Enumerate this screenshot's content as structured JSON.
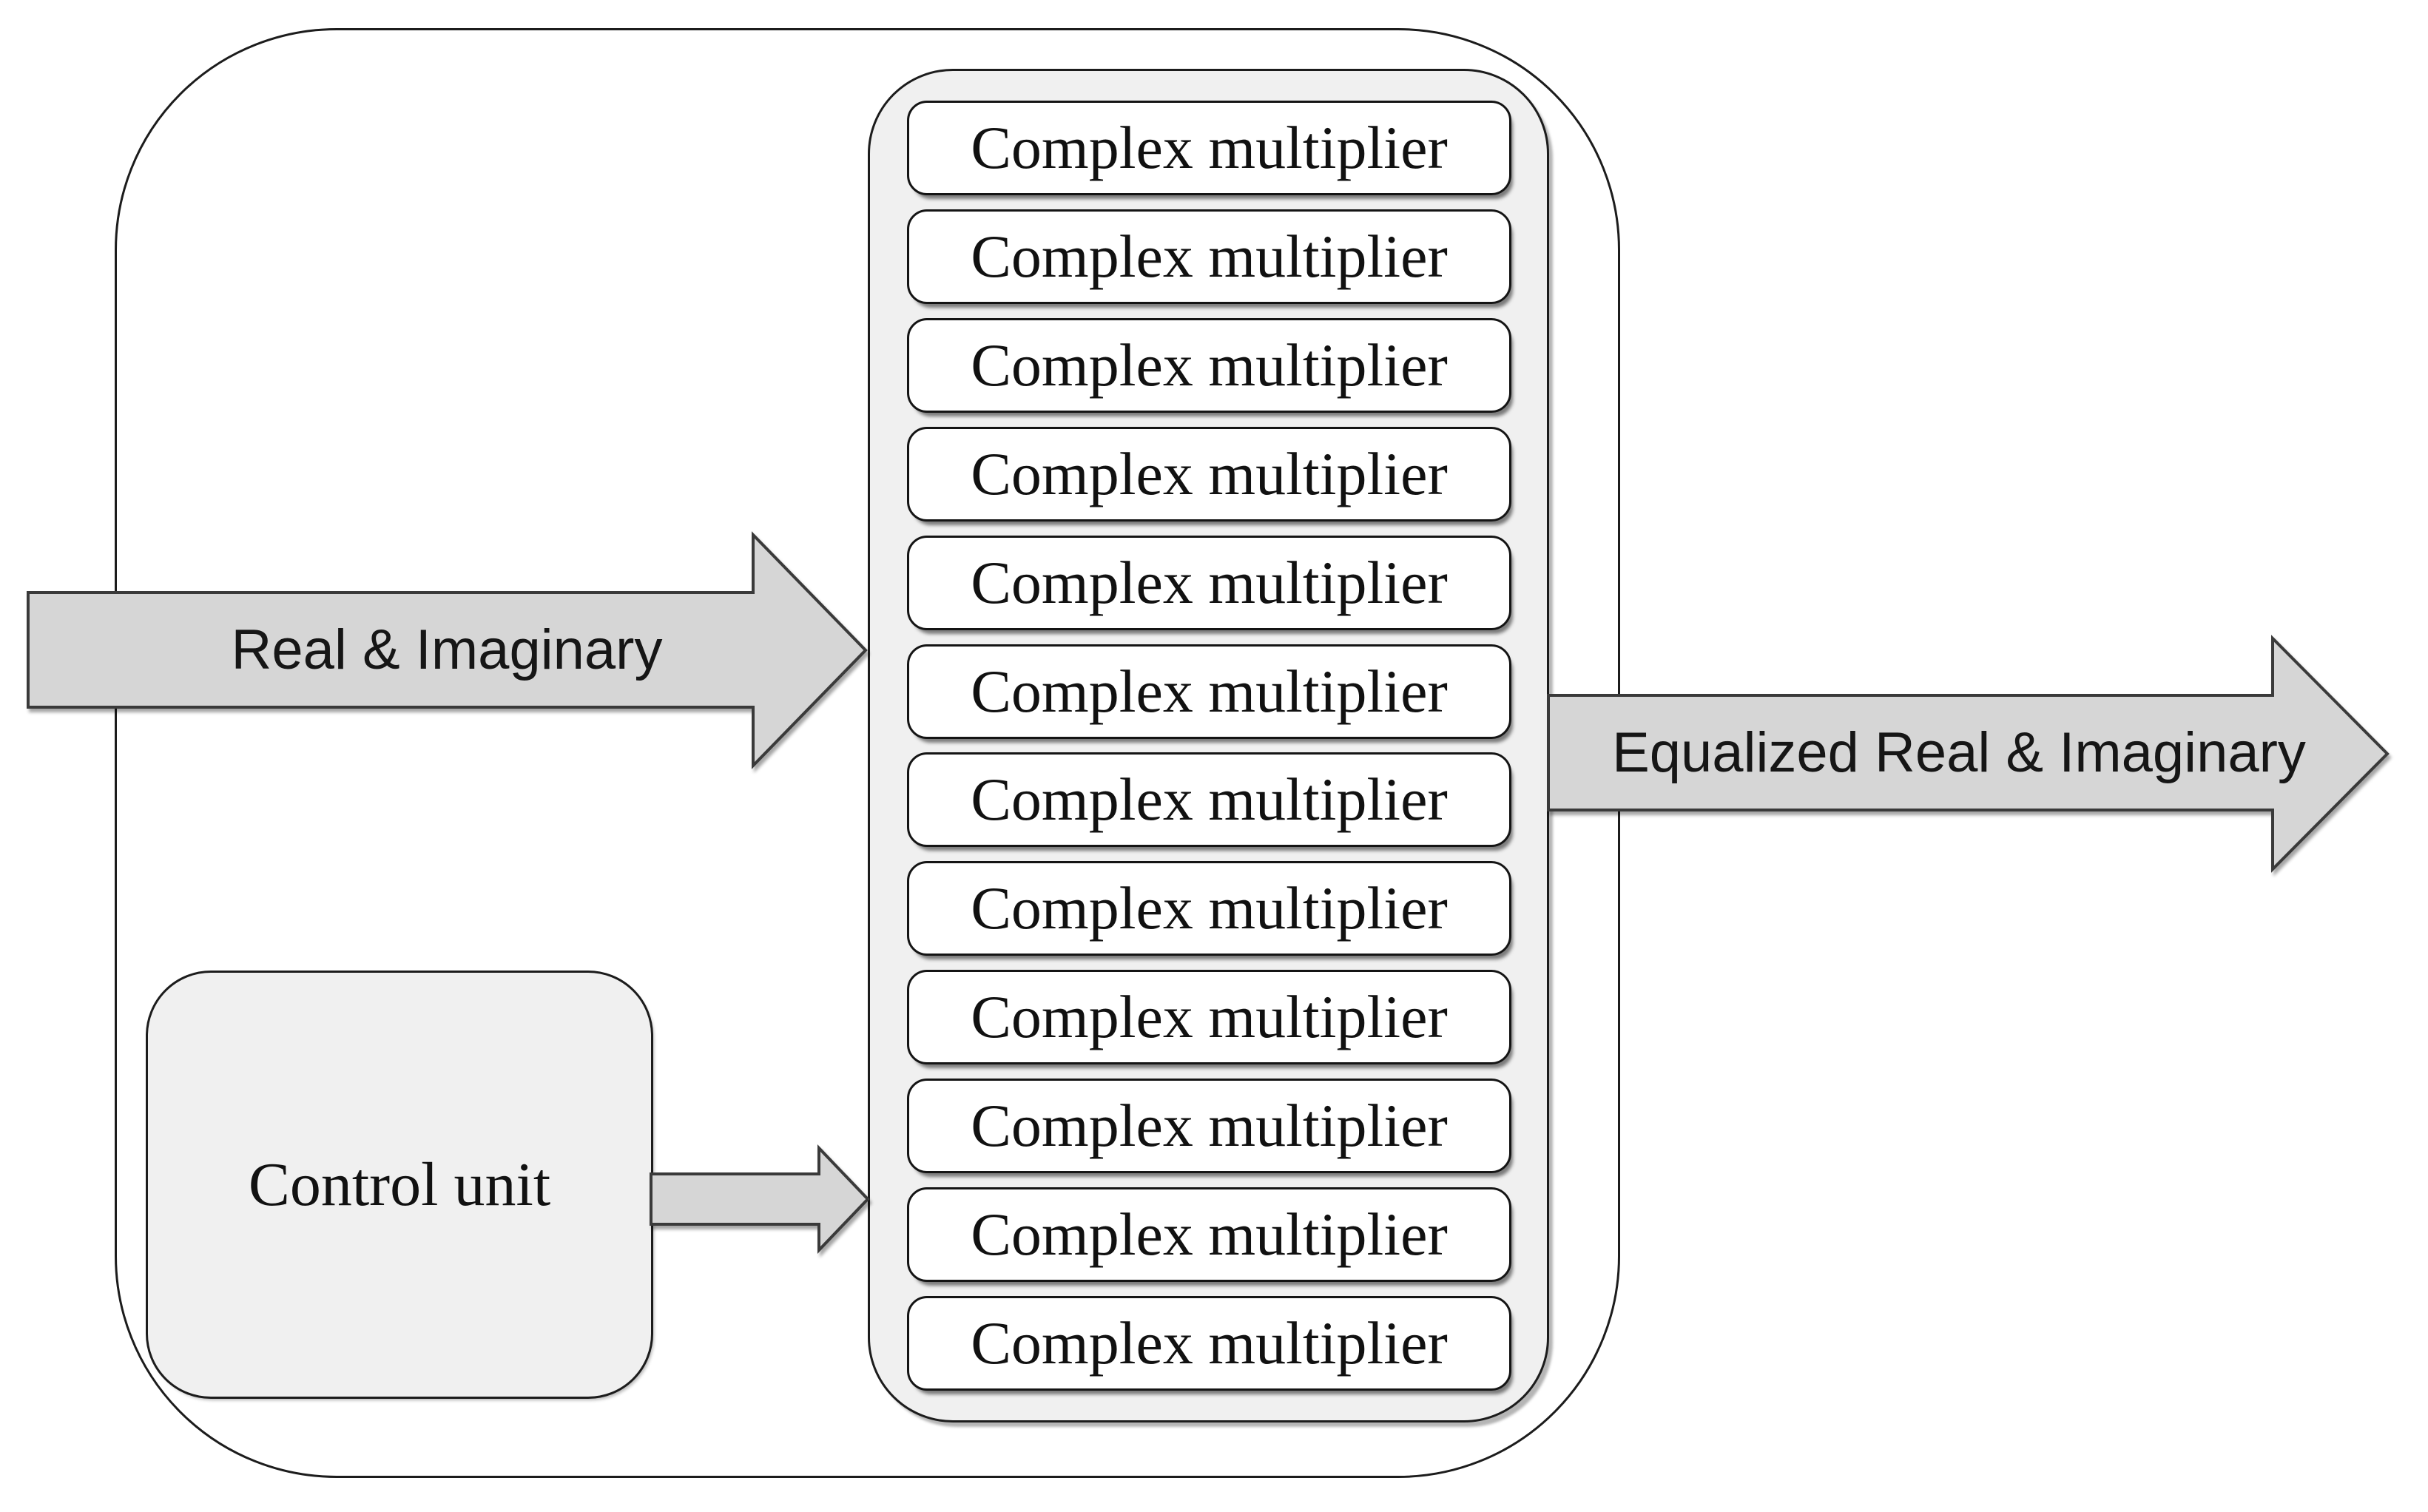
{
  "diagram": {
    "kind": "block-diagram",
    "description_visible_text_only": true
  },
  "arrows": {
    "input": {
      "label": "Real & Imaginary"
    },
    "output": {
      "label": "Equalized Real & Imaginary"
    },
    "control": {
      "label": ""
    }
  },
  "control_unit": {
    "label": "Control unit"
  },
  "stack": {
    "count": 12,
    "items": [
      "Complex multiplier",
      "Complex multiplier",
      "Complex multiplier",
      "Complex multiplier",
      "Complex multiplier",
      "Complex multiplier",
      "Complex multiplier",
      "Complex multiplier",
      "Complex multiplier",
      "Complex multiplier",
      "Complex multiplier",
      "Complex multiplier"
    ]
  },
  "colors": {
    "background": "#ffffff",
    "line": "#1c1c1c",
    "panel_fill": "#f0f0f0",
    "box_fill": "#ffffff",
    "arrow_fill": "#d6d6d6",
    "arrow_outline": "#3a3a3a",
    "text": "#111111"
  }
}
